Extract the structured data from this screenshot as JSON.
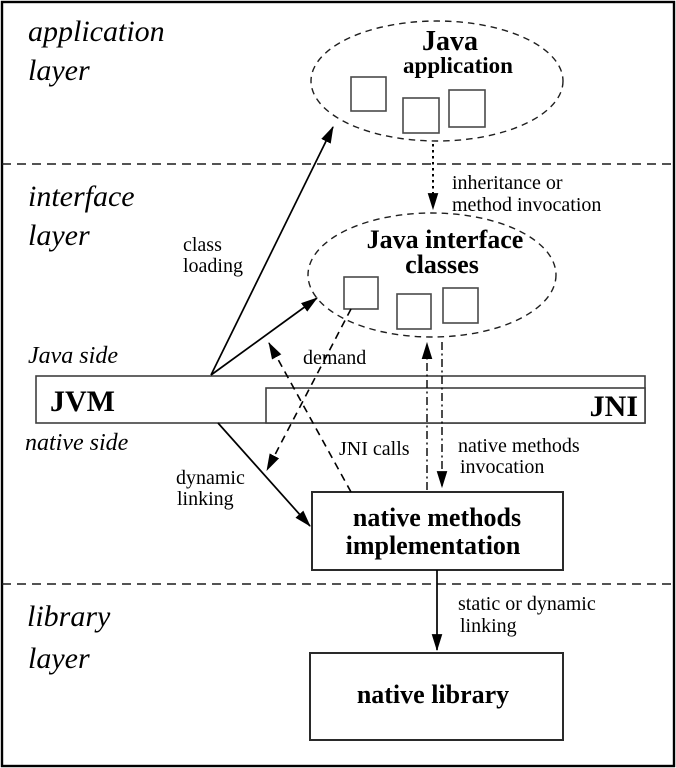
{
  "layers": {
    "application": {
      "line1": "application",
      "line2": "layer"
    },
    "interface": {
      "line1": "interface",
      "line2": "layer"
    },
    "library": {
      "line1": "library",
      "line2": "layer"
    }
  },
  "sides": {
    "java": "Java side",
    "native": "native side"
  },
  "nodes": {
    "java_application": {
      "title": "Java",
      "subtitle": "application"
    },
    "java_interface_classes": {
      "title": "Java interface",
      "subtitle": "classes"
    },
    "jvm": {
      "label": "JVM"
    },
    "jni": {
      "label": "JNI"
    },
    "native_methods_implementation": {
      "line1": "native methods",
      "line2": "implementation"
    },
    "native_library": {
      "label": "native library"
    }
  },
  "edges": {
    "class_loading": {
      "line1": "class",
      "line2": "loading"
    },
    "inheritance": {
      "line1": "inheritance or",
      "line2": "method invocation"
    },
    "demand": {
      "label": "demand"
    },
    "jni_calls": {
      "label": "JNI calls"
    },
    "native_methods_invocation": {
      "line1": "native methods",
      "line2": "invocation"
    },
    "dynamic_linking": {
      "line1": "dynamic",
      "line2": "linking"
    },
    "static_or_dynamic_linking": {
      "line1": "static or dynamic",
      "line2": "linking"
    }
  },
  "colors": {
    "ink": "#000000",
    "background": "#ffffff",
    "muted_border": "#4a4a4a"
  }
}
